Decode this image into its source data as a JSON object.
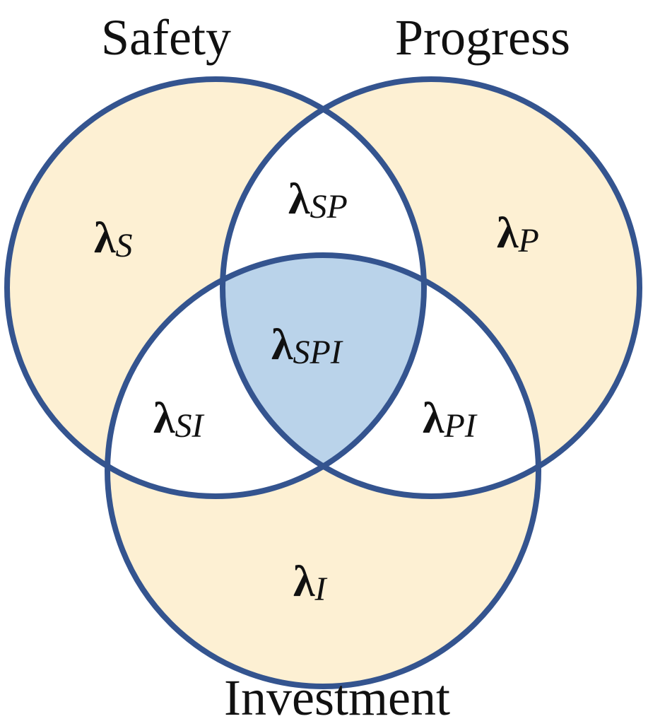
{
  "sets": {
    "safety": "Safety",
    "progress": "Progress",
    "investment": "Investment"
  },
  "regions": {
    "s": {
      "symbol": "λ",
      "subscript": "S"
    },
    "p": {
      "symbol": "λ",
      "subscript": "P"
    },
    "i": {
      "symbol": "λ",
      "subscript": "I"
    },
    "sp": {
      "symbol": "λ",
      "subscript": "SP"
    },
    "si": {
      "symbol": "λ",
      "subscript": "SI"
    },
    "pi": {
      "symbol": "λ",
      "subscript": "PI"
    },
    "spi": {
      "symbol": "λ",
      "subscript": "SPI"
    }
  },
  "colors": {
    "outline": "#34548f",
    "single_region_fill": "#fdf0d3",
    "pairwise_region_fill": "#ffffff",
    "triple_region_fill": "#bad3ea",
    "text": "#111111"
  }
}
